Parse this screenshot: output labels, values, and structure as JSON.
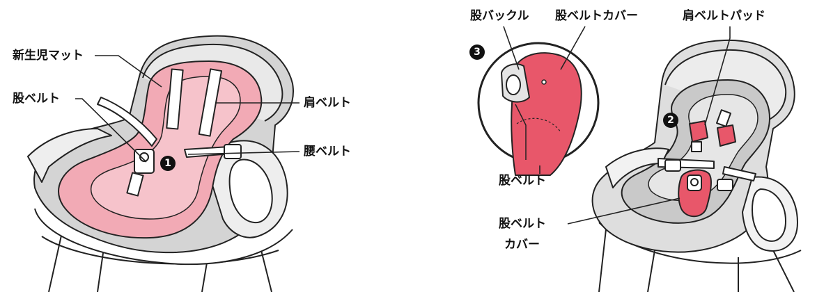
{
  "colors": {
    "pink": "#f2aab5",
    "red": "#e8576a",
    "gray": "#d2d2d2",
    "line": "#222222"
  },
  "left": {
    "labels": {
      "newborn_mat": "新生児マット",
      "crotch_belt": "股ベルト",
      "shoulder_belt": "肩ベルト",
      "waist_belt": "腰ベルト"
    },
    "marker": "1"
  },
  "right": {
    "labels": {
      "crotch_buckle": "股バックル",
      "crotch_belt_cover_top": "股ベルトカバー",
      "shoulder_belt_pad": "肩ベルトパッド",
      "crotch_belt": "股ベルト",
      "crotch_belt_cover_line1": "股ベルト",
      "crotch_belt_cover_line2": "カバー"
    },
    "markers": {
      "zoom": "3",
      "pads": "2"
    }
  }
}
